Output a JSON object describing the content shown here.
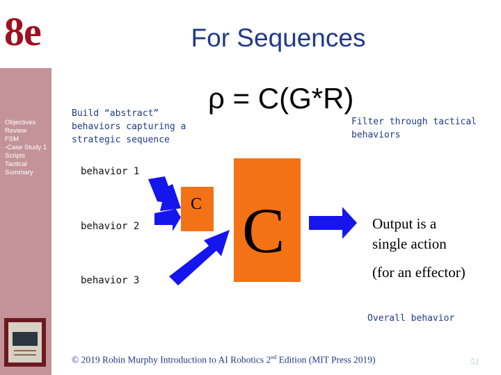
{
  "sidebar": {
    "logo": "8e",
    "items": [
      "Objectives",
      "Review",
      "FSM",
      "-Case Study 1",
      "Scripts",
      "Tactical",
      "Summary"
    ]
  },
  "slide": {
    "title": "For Sequences",
    "formula": "ρ = C(G*R)",
    "note_left": [
      "Build “abstract”",
      "behaviors capturing a",
      "strategic sequence"
    ],
    "note_right": [
      "Filter through tactical",
      "behaviors"
    ],
    "behaviors": [
      "behavior 1",
      "behavior 2",
      "behavior 3"
    ],
    "small_box_label": "C",
    "big_box_label": "C",
    "output_text": [
      "Output is a",
      "single action"
    ],
    "effector_text": "(for an effector)",
    "overall_label": "Overall behavior",
    "footer": {
      "pre": "© 2019 Robin Murphy Introduction to AI Robotics 2",
      "sup": "nd",
      "post": " Edition (MIT Press 2019)"
    },
    "page_number": "51"
  },
  "colors": {
    "accent_blue": "#1f3a8a",
    "arrow_blue": "#1515ee",
    "box_orange": "#f47216",
    "logo_red": "#a01020",
    "sidebar": "#c4939a"
  }
}
